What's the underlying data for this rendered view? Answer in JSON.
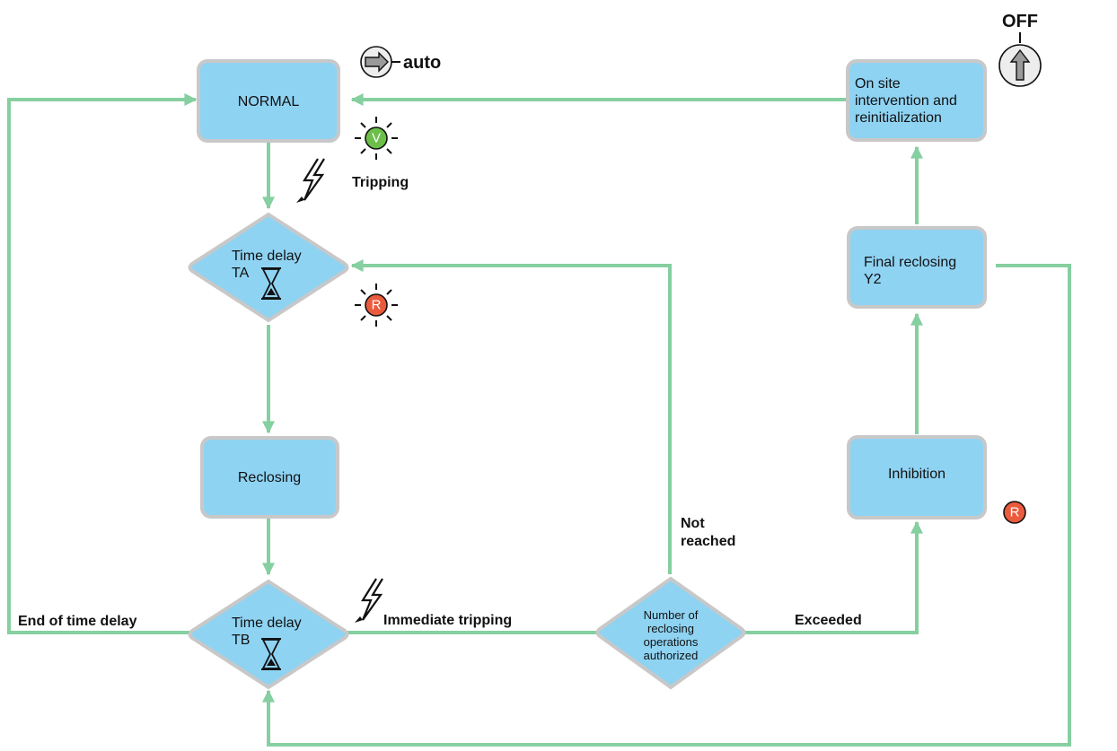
{
  "colors": {
    "node_fill": "#8fd3f3",
    "node_border": "#c8c8c8",
    "arrow": "#86cfa0",
    "led_green": "#6cc04a",
    "led_red": "#ea5a3c"
  },
  "nodes": {
    "normal": "NORMAL",
    "time_delay_ta": [
      "Time delay",
      "TA"
    ],
    "reclosing": "Reclosing",
    "time_delay_tb": [
      "Time delay",
      "TB"
    ],
    "number_reclosing": [
      "Number of",
      "reclosing",
      "operations",
      "authorized"
    ],
    "inhibition": "Inhibition",
    "final_reclosing": [
      "Final reclosing",
      "Y2"
    ],
    "on_site": [
      "On site",
      "intervention and",
      "reinitialization"
    ]
  },
  "labels": {
    "auto": "auto",
    "off": "OFF",
    "tripping": "Tripping",
    "immediate_tripping": "Immediate tripping",
    "end_of_time_delay": "End of time delay",
    "not_reached": [
      "Not",
      "reached"
    ],
    "exceeded": "Exceeded"
  },
  "indicators": {
    "led_v": "V",
    "led_r_ta": "R",
    "led_r_inhibition": "R"
  },
  "icons": {
    "switch_auto": "right-arrow-switch-icon",
    "switch_off": "up-arrow-switch-icon",
    "lightning": "lightning-bolt-icon",
    "hourglass": "hourglass-icon"
  }
}
